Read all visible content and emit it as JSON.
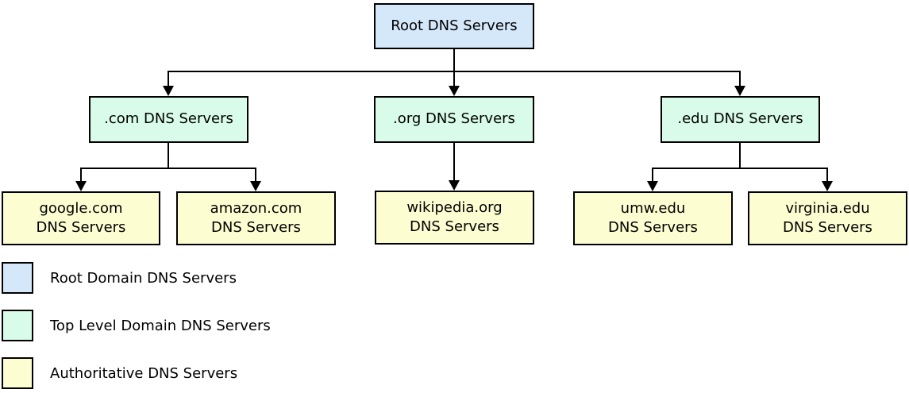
{
  "diagram": {
    "root": {
      "label": "Root DNS Servers"
    },
    "tld": [
      {
        "label": ".com DNS Servers"
      },
      {
        "label": ".org DNS Servers"
      },
      {
        "label": ".edu DNS Servers"
      }
    ],
    "authoritative": [
      {
        "domain": "google.com",
        "sublabel": "DNS Servers"
      },
      {
        "domain": "amazon.com",
        "sublabel": "DNS Servers"
      },
      {
        "domain": "wikipedia.org",
        "sublabel": "DNS Servers"
      },
      {
        "domain": "umw.edu",
        "sublabel": "DNS Servers"
      },
      {
        "domain": "virginia.edu",
        "sublabel": "DNS Servers"
      }
    ]
  },
  "colors": {
    "root_fill": "#d5e8fa",
    "tld_fill": "#d9fbe9",
    "authoritative_fill": "#fdfdd2",
    "border": "#000000",
    "connector": "#000000",
    "background": "#ffffff"
  },
  "legend": [
    {
      "label": "Root Domain DNS Servers",
      "color": "#d5e8fa"
    },
    {
      "label": "Top Level Domain DNS Servers",
      "color": "#d9fbe9"
    },
    {
      "label": "Authoritative DNS Servers",
      "color": "#fdfdd2"
    }
  ]
}
